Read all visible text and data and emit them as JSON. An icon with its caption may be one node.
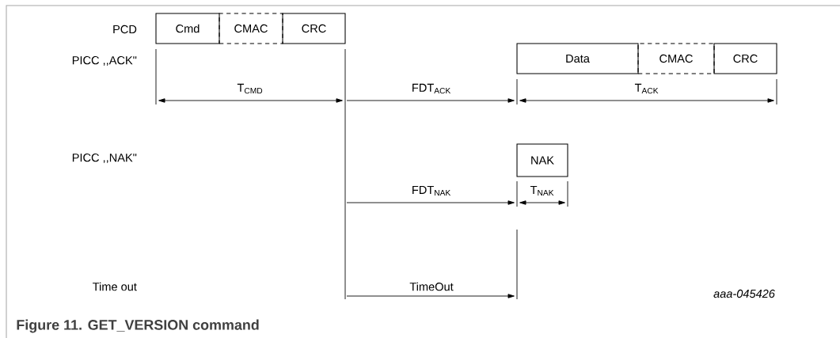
{
  "diagram": {
    "caption": "Figure 11.  GET_VERSION command",
    "nodes": [
      {
        "text": [
          "Cmd"
        ]
      },
      {
        "text": [
          "CMAC"
        ]
      },
      {
        "text": [
          "CRC"
        ]
      },
      {
        "text": [
          "Data"
        ]
      },
      {
        "text": [
          "CMAC"
        ]
      },
      {
        "text": [
          "CRC"
        ]
      },
      {
        "text": [
          "NAK"
        ]
      }
    ],
    "labels": [
      "PCD",
      "PICC ,,ACK\"",
      "PICC ,,NAK\"",
      "Time out",
      "T$_{CMD}$",
      "FDT$_{ACK}$",
      "T$_{ACK}$",
      "FDT$_{NAK}$",
      "T$_{NAK}$",
      "TimeOut",
      "aaa-045426"
    ]
  }
}
